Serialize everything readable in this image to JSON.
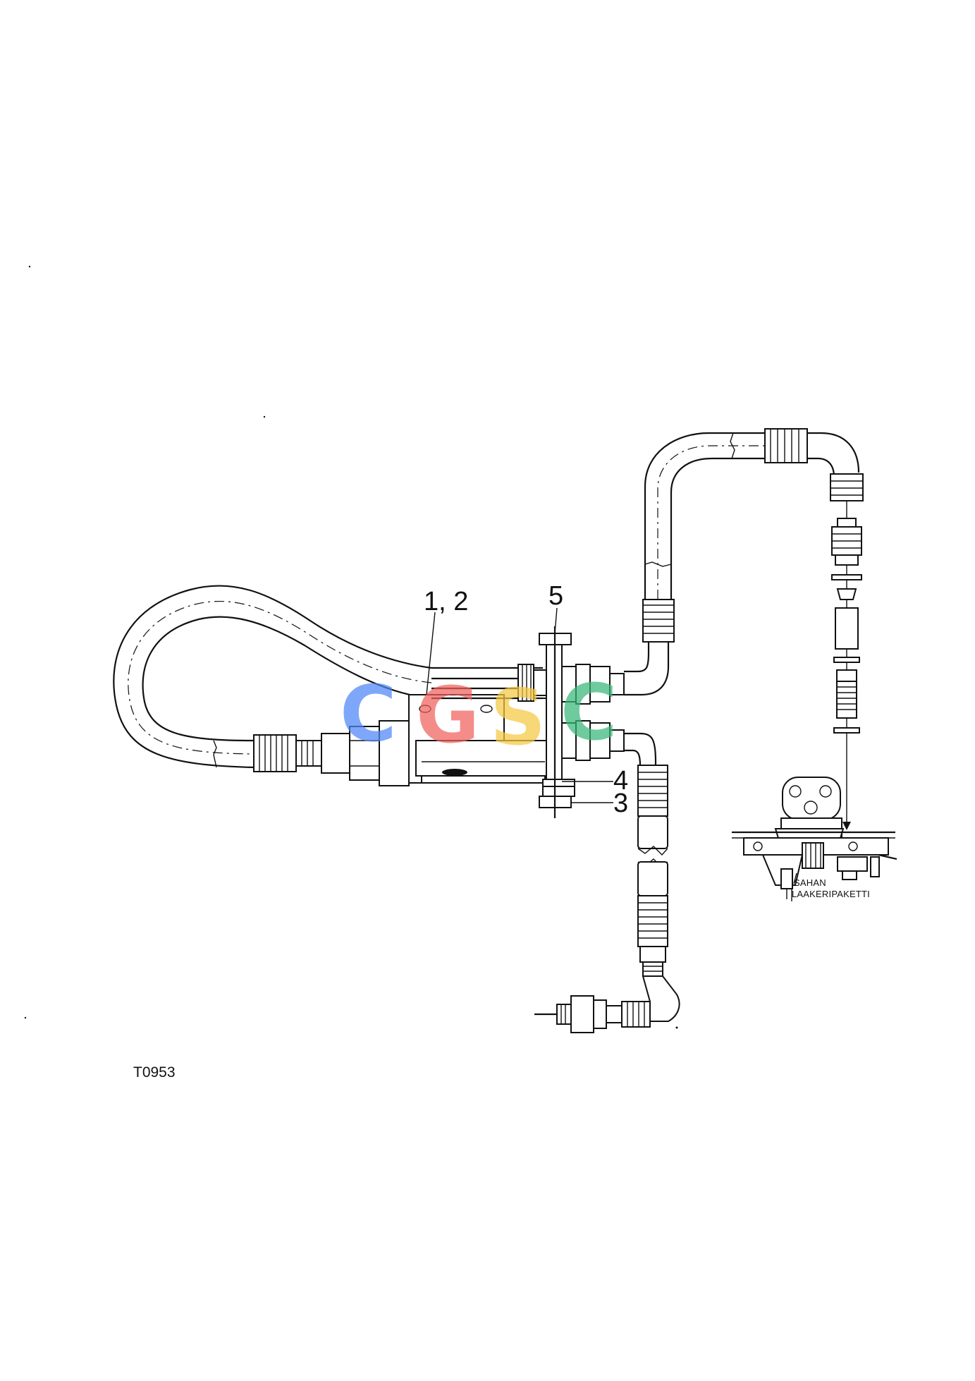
{
  "callouts": {
    "part_1_2": "1, 2",
    "part_5": "5",
    "part_4": "4",
    "part_3": "3"
  },
  "assembly_label": {
    "line1": "SAHAN",
    "line2": "LAAKERIPAKETTI"
  },
  "figure_id": "T0953",
  "watermark": {
    "letters": [
      "C",
      "G",
      "S",
      "C"
    ],
    "colors": [
      "#4f86f7",
      "#f0625d",
      "#f5c842",
      "#39b878"
    ]
  },
  "drawing_color": "#111111"
}
